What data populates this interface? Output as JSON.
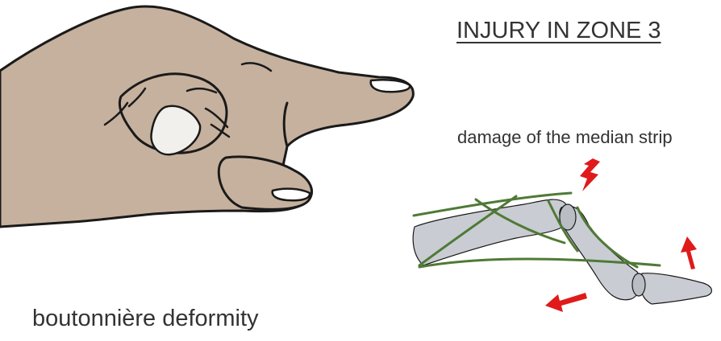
{
  "title": "INJURY IN ZONE 3",
  "damage_label": "damage of the median strip",
  "caption": "boutonnière deformity",
  "colors": {
    "skin": "#c6b19e",
    "nail": "#ffffff",
    "bone": "#c9ccd2",
    "tendon": "#4f7a36",
    "arrow": "#e01a1a",
    "outline": "#1a1a1a"
  },
  "icons": [
    "hand-illustration",
    "finger-bones-illustration",
    "lightning-icon",
    "arrow-icon"
  ]
}
